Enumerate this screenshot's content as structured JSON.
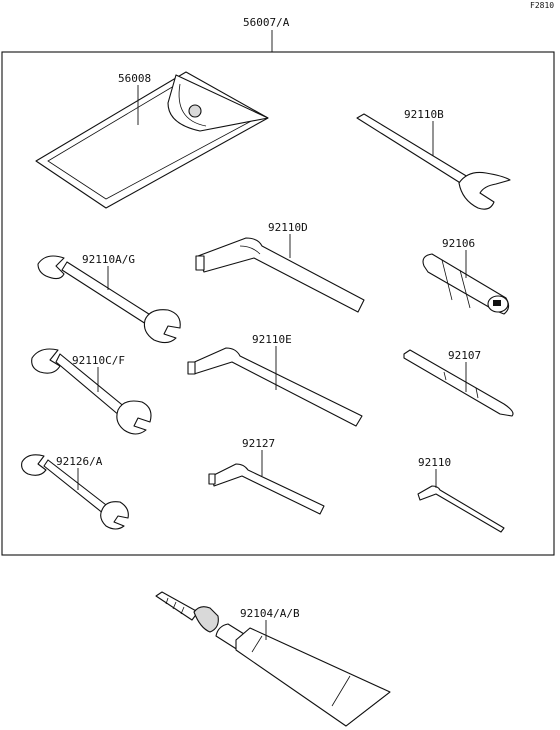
{
  "figure_code": "F2810",
  "kit_number": "56007/A",
  "parts": {
    "pouch": "56008",
    "box_wrench": "92110B",
    "hex_key_large": "92110D",
    "handle_grip": "92106",
    "wrench_ag": "92110A/G",
    "hex_key_medium": "92110E",
    "screwdriver_bit": "92107",
    "wrench_cf": "92110C/F",
    "wrench_small": "92126/A",
    "hex_key_small": "92127",
    "hex_key_tiny": "92110",
    "grease_tube": "92104/A/B"
  }
}
